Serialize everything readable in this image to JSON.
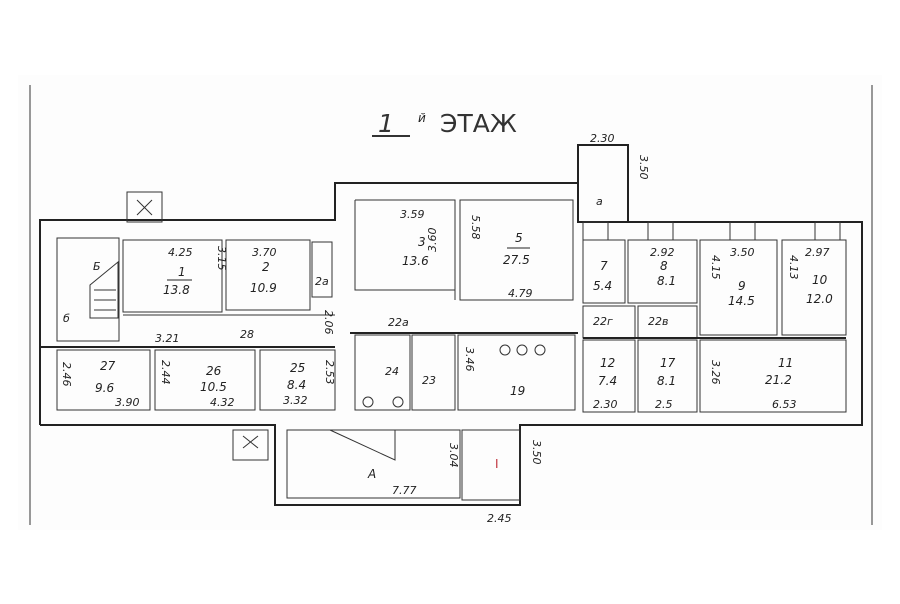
{
  "title": {
    "number": "1",
    "suffix": "й",
    "word": "ЭТАЖ"
  },
  "west": {
    "stair_b": "Б",
    "room_b": "б",
    "r1_dim": "4.25",
    "r1_num": "1",
    "r1_area": "13.8",
    "r1_side": "3.15",
    "r2_dim": "3.70",
    "r2_num": "2",
    "r2_area": "10.9",
    "r2a_num": "2а",
    "r2a_dim": "2.06",
    "corr_dim": "3.21",
    "corr_num": "28",
    "r27_num": "27",
    "r27_area": "9.6",
    "r27_side": "2.46",
    "r27_dim": "3.90",
    "r26_num": "26",
    "r26_area": "10.5",
    "r26_side": "2.44",
    "r26_dim": "4.32",
    "r25_num": "25",
    "r25_area": "8.4",
    "r25_side": "2.53",
    "r25_dim": "3.32"
  },
  "center": {
    "r3_dim": "3.59",
    "r3_num": "3",
    "r3_area": "13.6",
    "r3_side": "3.60",
    "r5_side": "5.58",
    "r5_num": "5",
    "r5_area": "27.5",
    "r5_dim": "4.79",
    "corr_num": "22а",
    "r24_num": "24",
    "r23_num": "23",
    "r19_side": "3.46",
    "r19_num": "19"
  },
  "east": {
    "annex_w": "2.30",
    "annex_h": "3.50",
    "annex_num": "а",
    "r7_num": "7",
    "r7_area": "5.4",
    "r8_dim": "2.92",
    "r8_num": "8",
    "r8_area": "8.1",
    "r9_dim": "3.50",
    "r9_side": "4.15",
    "r9_num": "9",
    "r9_area": "14.5",
    "r10_side": "4.13",
    "r10_dim": "2.97",
    "r10_num": "10",
    "r10_area": "12.0",
    "r22g_num": "22г",
    "r22v_num": "22в",
    "r12_num": "12",
    "r12_area": "7.4",
    "r12_dim": "2.30",
    "r17_num": "17",
    "r17_area": "8.1",
    "r17_dim": "2.5",
    "r11_side": "3.26",
    "r11_num": "11",
    "r11_area": "21.2",
    "r11_dim": "6.53"
  },
  "south": {
    "rA_num": "А",
    "rA_dim": "7.77",
    "rA_side": "3.04",
    "rI_num": "I",
    "rI_side": "3.50",
    "rI_dim": "2.45"
  },
  "colors": {
    "ink": "#222222",
    "red_mark": "#c0303a"
  }
}
